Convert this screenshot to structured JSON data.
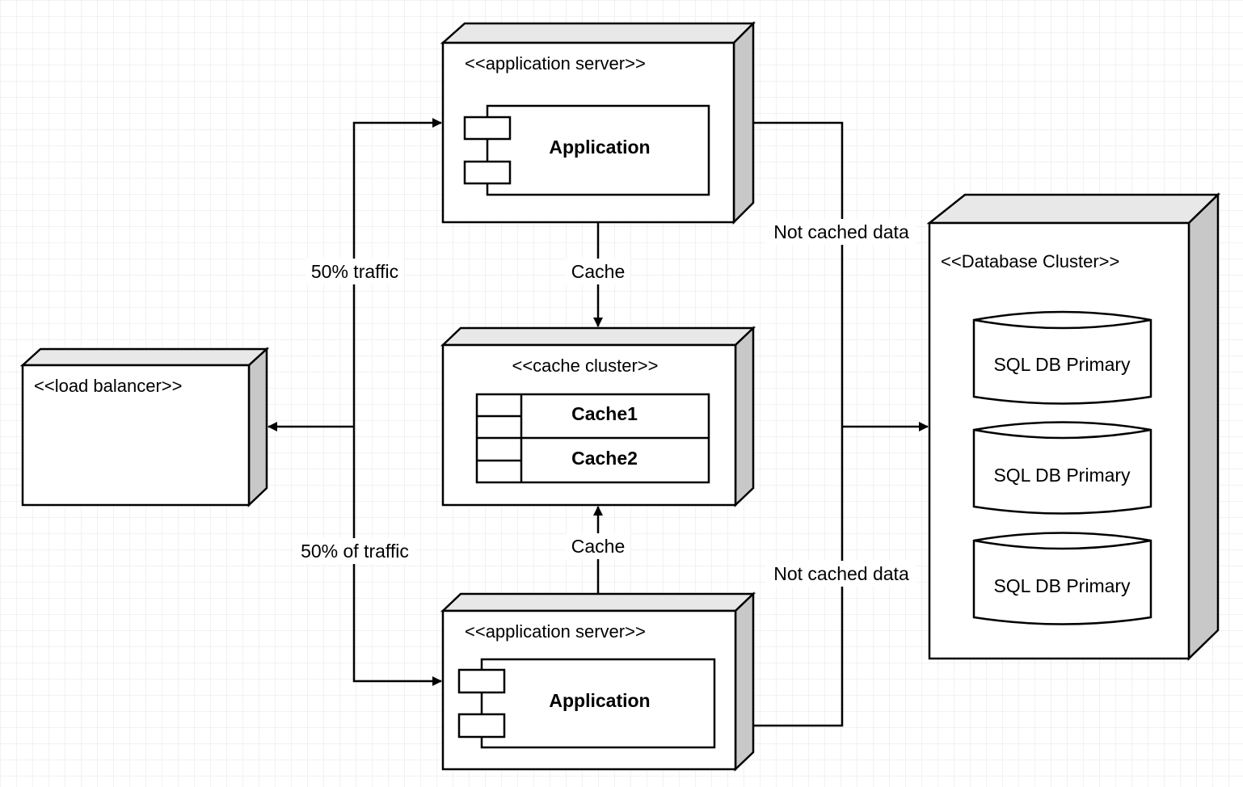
{
  "diagram": {
    "load_balancer": {
      "stereotype": "<<load balancer>>"
    },
    "app_server_top": {
      "stereotype": "<<application server>>",
      "component": "Application"
    },
    "cache_cluster": {
      "stereotype": "<<cache cluster>>",
      "cache1": "Cache1",
      "cache2": "Cache2"
    },
    "app_server_bottom": {
      "stereotype": "<<application server>>",
      "component": "Application"
    },
    "database_cluster": {
      "stereotype": "<<Database Cluster>>",
      "databases": [
        "SQL DB Primary",
        "SQL DB Primary",
        "SQL DB Primary"
      ]
    },
    "edges": {
      "traffic_top": "50% traffic",
      "traffic_bottom": "50% of traffic",
      "cache_top": "Cache",
      "cache_bottom": "Cache",
      "not_cached_top": "Not cached data",
      "not_cached_bottom": "Not cached data"
    }
  }
}
